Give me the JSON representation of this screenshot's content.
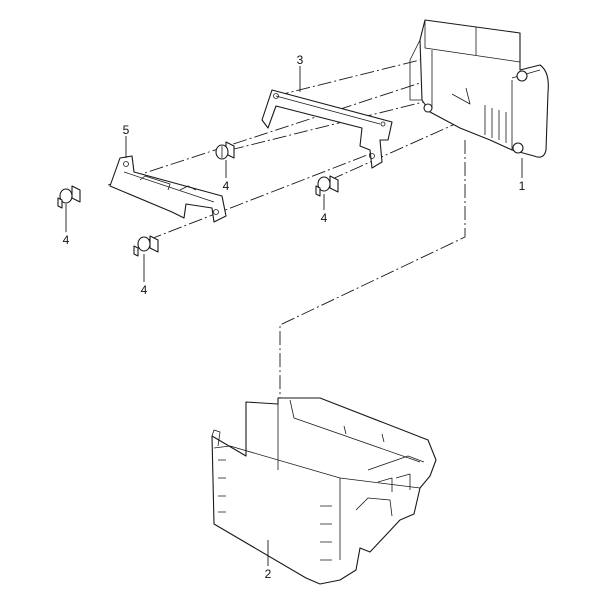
{
  "callouts": {
    "ecu": "1",
    "housing": "2",
    "bracket_upper": "3",
    "bolt_a": "4",
    "bolt_b": "4",
    "bolt_c": "4",
    "bolt_d": "4",
    "bracket_lower": "5"
  }
}
